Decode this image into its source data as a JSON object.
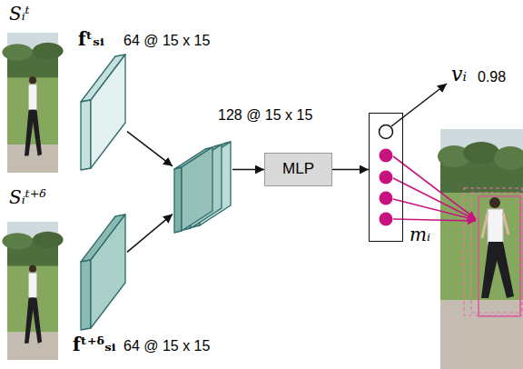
{
  "diagram": {
    "nodes": [
      {
        "text": [
          "Sᵢᵗ"
        ]
      },
      {
        "text": [
          "fᵗₛᵢ",
          "64 @ 15 x 15"
        ]
      },
      {
        "text": [
          "Sᵢᵗ⁺ᵟ"
        ]
      },
      {
        "text": [
          "fᵗ⁺ᵟₛᵢ",
          "64 @ 15 x 15"
        ]
      },
      {
        "text": [
          "128 @ 15 x 15"
        ]
      },
      {
        "text": [
          "MLP"
        ]
      },
      {
        "text": [
          "mᵢ"
        ]
      }
    ],
    "edges": [
      {
        "from": 1,
        "to": 4,
        "arrow": "to"
      },
      {
        "from": 3,
        "to": 4,
        "arrow": "to"
      },
      {
        "from": 4,
        "to": 5,
        "arrow": "to"
      },
      {
        "from": 5,
        "to": 6,
        "arrow": "to"
      }
    ],
    "labels": [
      "vᵢ",
      "0.98"
    ]
  }
}
